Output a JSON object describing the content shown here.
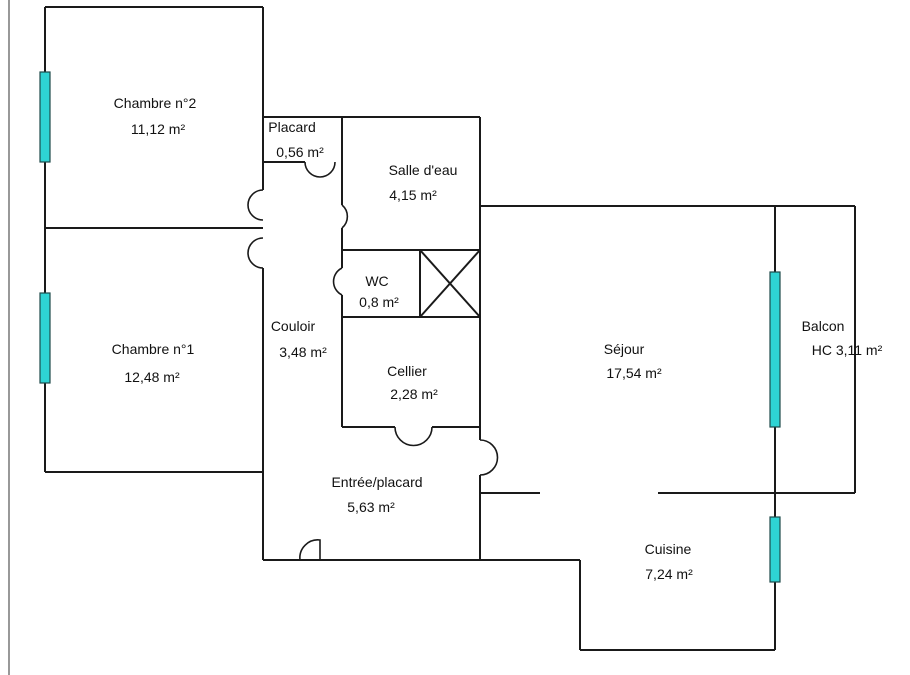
{
  "colors": {
    "wall": "#1a1a1a",
    "window": "#2ed3d3",
    "background": "#ffffff"
  },
  "rooms": [
    {
      "id": "chambre-2",
      "name": "Chambre n°2",
      "area": "11,12  m²"
    },
    {
      "id": "placard",
      "name": "Placard",
      "area": "0,56  m²"
    },
    {
      "id": "salle-deau",
      "name": "Salle d'eau",
      "area": "4,15  m²"
    },
    {
      "id": "wc",
      "name": "WC",
      "area": "0,8  m²"
    },
    {
      "id": "chambre-1",
      "name": "Chambre n°1",
      "area": "12,48  m²"
    },
    {
      "id": "couloir",
      "name": "Couloir",
      "area": "3,48  m²"
    },
    {
      "id": "cellier",
      "name": "Cellier",
      "area": "2,28  m²"
    },
    {
      "id": "entree",
      "name": "Entrée/placard",
      "area": "5,63  m²"
    },
    {
      "id": "sejour",
      "name": "Séjour",
      "area": "17,54  m²"
    },
    {
      "id": "balcon",
      "name": "Balcon",
      "area": "HC  3,11  m²"
    },
    {
      "id": "cuisine",
      "name": "Cuisine",
      "area": "7,24  m²"
    }
  ]
}
